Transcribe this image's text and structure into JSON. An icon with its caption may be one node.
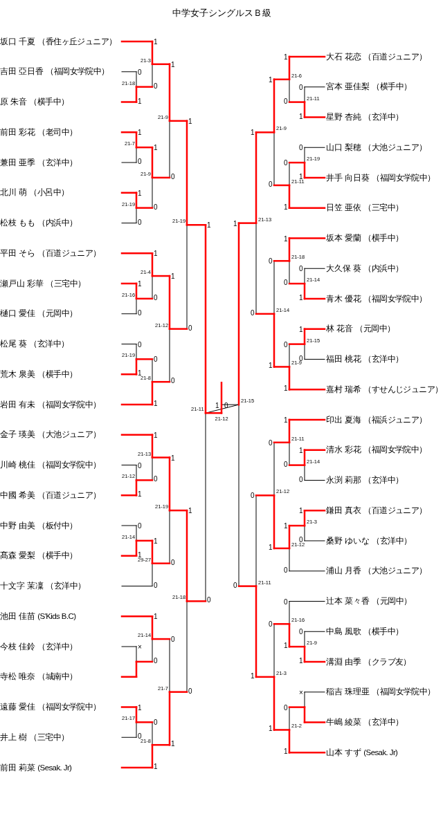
{
  "diagram": {
    "title": "中学女子シングルスＢ級",
    "nodes": [
      {
        "text": [
          "坂口 千夏"
        ],
        "beside": [
          "（香住ヶ丘ジュニア）"
        ]
      },
      {
        "text": [
          "吉田 亞日香"
        ],
        "beside": [
          "（福岡女学院中）"
        ]
      },
      {
        "text": [
          "原 朱音"
        ],
        "beside": [
          "（横手中）"
        ]
      },
      {
        "text": [
          "前田 彩花"
        ],
        "beside": [
          "（老司中）"
        ]
      },
      {
        "text": [
          "兼田 亜季"
        ],
        "beside": [
          "（玄洋中）"
        ]
      },
      {
        "text": [
          "北川 萌"
        ],
        "beside": [
          "（小呂中）"
        ]
      },
      {
        "text": [
          "松枝 もも"
        ],
        "beside": [
          "（内浜中）"
        ]
      },
      {
        "text": [
          "平田 そら"
        ],
        "beside": [
          "（百道ジュニア）"
        ]
      },
      {
        "text": [
          "瀬戸山 彩華"
        ],
        "beside": [
          "（三宅中）"
        ]
      },
      {
        "text": [
          "樋口 愛佳"
        ],
        "beside": [
          "（元岡中）"
        ]
      },
      {
        "text": [
          "松尾 葵"
        ],
        "beside": [
          "（玄洋中）"
        ]
      },
      {
        "text": [
          "荒木 泉美"
        ],
        "beside": [
          "（横手中）"
        ]
      },
      {
        "text": [
          "岩田 有未"
        ],
        "beside": [
          "（福岡女学院中）"
        ]
      },
      {
        "text": [
          "金子 瑛美"
        ],
        "beside": [
          "（大池ジュニア）"
        ]
      },
      {
        "text": [
          "川崎 桃佳"
        ],
        "beside": [
          "（福岡女学院中）"
        ]
      },
      {
        "text": [
          "中國 希美"
        ],
        "beside": [
          "（百道ジュニア）"
        ]
      },
      {
        "text": [
          "中野 由美"
        ],
        "beside": [
          "（板付中）"
        ]
      },
      {
        "text": [
          "髙森 愛梨"
        ],
        "beside": [
          "（横手中）"
        ]
      },
      {
        "text": [
          "十文字 茉凜"
        ],
        "beside": [
          "（玄洋中）"
        ]
      },
      {
        "text": [
          "池田 佳苗"
        ],
        "beside": [
          "(S'Kids B.C)"
        ]
      },
      {
        "text": [
          "今枝 佳鈴"
        ],
        "beside": [
          "（玄洋中）"
        ]
      },
      {
        "text": [
          "寺松 唯奈"
        ],
        "beside": [
          "（城南中）"
        ]
      },
      {
        "text": [
          "遠藤 愛佳"
        ],
        "beside": [
          "（福岡女学院中）"
        ]
      },
      {
        "text": [
          "井上 樹"
        ],
        "beside": [
          "（三宅中）"
        ]
      },
      {
        "text": [
          "前田 莉菜"
        ],
        "beside": [
          "(Sesak. Jr)"
        ]
      },
      {
        "text": [
          "大石 花恋"
        ],
        "beside": [
          "（百道ジュニア）"
        ]
      },
      {
        "text": [
          "宮本 亜佳梨"
        ],
        "beside": [
          "（横手中）"
        ]
      },
      {
        "text": [
          "星野 杏純"
        ],
        "beside": [
          "（玄洋中）"
        ]
      },
      {
        "text": [
          "山口 梨穂"
        ],
        "beside": [
          "（大池ジュニア）"
        ]
      },
      {
        "text": [
          "井手 向日葵"
        ],
        "beside": [
          "（福岡女学院中）"
        ]
      },
      {
        "text": [
          "日笠 亜依"
        ],
        "beside": [
          "（三宅中）"
        ]
      },
      {
        "text": [
          "坂本 愛蘭"
        ],
        "beside": [
          "（横手中）"
        ]
      },
      {
        "text": [
          "大久保 葵"
        ],
        "beside": [
          "（内浜中）"
        ]
      },
      {
        "text": [
          "青木 優花"
        ],
        "beside": [
          "（福岡女学院中）"
        ]
      },
      {
        "text": [
          "林 花音"
        ],
        "beside": [
          "（元岡中）"
        ]
      },
      {
        "text": [
          "福田 桃花"
        ],
        "beside": [
          "（玄洋中）"
        ]
      },
      {
        "text": [
          "嘉村 瑞希"
        ],
        "beside": [
          "（すせんじジュニア）"
        ]
      },
      {
        "text": [
          "印出 夏海"
        ],
        "beside": [
          "（福浜ジュニア）"
        ]
      },
      {
        "text": [
          "清水 彩花"
        ],
        "beside": [
          "（福岡女学院中）"
        ]
      },
      {
        "text": [
          "永渕 莉那"
        ],
        "beside": [
          "（玄洋中）"
        ]
      },
      {
        "text": [
          "鎌田 真衣"
        ],
        "beside": [
          "（百道ジュニア）"
        ]
      },
      {
        "text": [
          "桑野 ゆいな"
        ],
        "beside": [
          "（玄洋中）"
        ]
      },
      {
        "text": [
          "浦山 月香"
        ],
        "beside": [
          "（大池ジュニア）"
        ]
      },
      {
        "text": [
          "辻本 菜々香"
        ],
        "beside": [
          "（元岡中）"
        ]
      },
      {
        "text": [
          "中島 風歌"
        ],
        "beside": [
          "（横手中）"
        ]
      },
      {
        "text": [
          "溝淵 由季"
        ],
        "beside": [
          "（クラブ友）"
        ]
      },
      {
        "text": [
          "稲吉 珠理亜"
        ],
        "beside": [
          "（福岡女学院中）"
        ]
      },
      {
        "text": [
          "牛嶋 綾菜"
        ],
        "beside": [
          "（玄洋中）"
        ]
      },
      {
        "text": [
          "山本 すず"
        ],
        "beside": [
          "(Sesak. Jr)"
        ]
      }
    ],
    "labels": [
      "21-18",
      "0",
      "1",
      "21-3",
      "1",
      "0",
      "21-7",
      "1",
      "0",
      "21-19",
      "1",
      "0",
      "21-9",
      "1",
      "0",
      "21-9",
      "1",
      "0",
      "21-16",
      "1",
      "0",
      "21-4",
      "1",
      "0",
      "21-19",
      "0",
      "1",
      "21-8",
      "0",
      "1",
      "21-12",
      "1",
      "0",
      "21-19",
      "1",
      "0",
      "21-12",
      "0",
      "1",
      "21-13",
      "1",
      "0",
      "21-14",
      "0",
      "1",
      "29-27",
      "1",
      "0",
      "21-19",
      "1",
      "0",
      "×",
      "21-14",
      "1",
      "0",
      "21-17",
      "1",
      "0",
      "21-8",
      "0",
      "1",
      "21-7",
      "0",
      "1",
      "21-18",
      "1",
      "0",
      "21-11",
      "1",
      "0",
      "21-11",
      "0",
      "1",
      "21-6",
      "1",
      "0",
      "21-19",
      "0",
      "1",
      "21-11",
      "0",
      "1",
      "21-9",
      "1",
      "0",
      "21-14",
      "0",
      "1",
      "21-18",
      "1",
      "0",
      "21-15",
      "1",
      "0",
      "21-9",
      "0",
      "1",
      "21-14",
      "0",
      "1",
      "21-13",
      "1",
      "0",
      "21-14",
      "1",
      "0",
      "21-11",
      "1",
      "0",
      "21-3",
      "1",
      "0",
      "21-12",
      "1",
      "0",
      "21-12",
      "0",
      "1",
      "21-9",
      "0",
      "1",
      "21-16",
      "0",
      "1",
      "×",
      "21-2",
      "0",
      "1",
      "21-3",
      "0",
      "1",
      "21-11",
      "0",
      "1",
      "21-15",
      "1",
      "0",
      "21-12",
      "1",
      "0"
    ]
  }
}
